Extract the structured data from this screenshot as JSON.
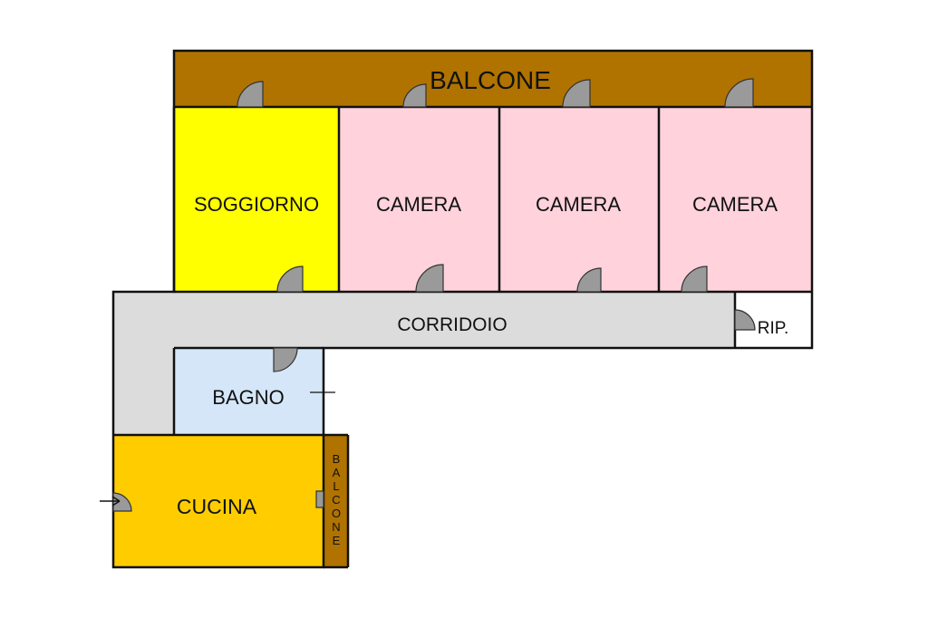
{
  "colors": {
    "balcone": "#b07300",
    "soggiorno": "#ffff00",
    "camera": "#ffd2dc",
    "corridoio": "#dcdcdc",
    "bagno": "#d4e6f7",
    "cucina": "#ffcc00",
    "ripostiglio": "#ffffff",
    "wall": "#111111"
  },
  "rooms": {
    "balcone_top": "BALCONE",
    "soggiorno": "SOGGIORNO",
    "camera_1": "CAMERA",
    "camera_2": "CAMERA",
    "camera_3": "CAMERA",
    "corridoio": "CORRIDOIO",
    "ripostiglio": "RIP.",
    "bagno": "BAGNO",
    "cucina": "CUCINA",
    "balcone_side": "BALCONE"
  }
}
